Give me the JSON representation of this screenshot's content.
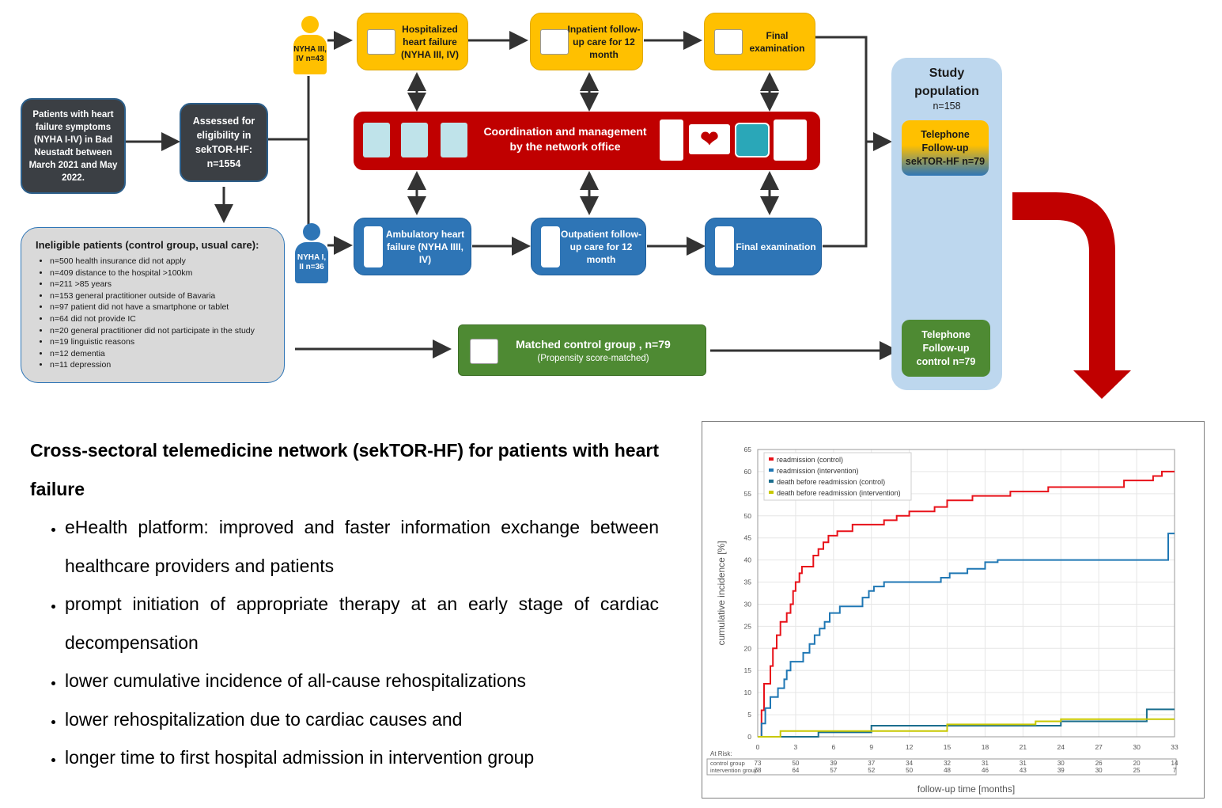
{
  "flowchart": {
    "patients": "Patients with heart failure symptoms (NYHA I-IV) in Bad Neustadt between March 2021 and May 2022.",
    "assessed": "Assessed for eligibility in sekTOR-HF: n=1554",
    "nyha_high": "NYHA III, IV n=43",
    "nyha_low": "NYHA I, II n=36",
    "hosp_hf": "Hospitalized heart failure (NYHA III, IV)",
    "inpatient": "Inpatient follow-up care for 12 month",
    "final_top": "Final examination",
    "coordination_line1": "Coordination and management",
    "coordination_line2": "by the network office",
    "amb_hf": "Ambulatory heart failure (NYHA IIII, IV)",
    "outpatient": "Outpatient follow-up care for 12 month",
    "final_bottom": "Final examination",
    "matched_title": "Matched control group , n=79",
    "matched_sub": "(Propensity score-matched)",
    "study_title": "Study population",
    "study_n": "n=158",
    "tel_sektor": "Telephone Follow-up sekTOR-HF n=79",
    "tel_control": "Telephone Follow-up control n=79",
    "ineligible_title": "Ineligible patients (control group, usual care):",
    "ineligible_items": [
      "n=500 health insurance did not apply",
      "n=409 distance to the hospital >100km",
      "n=211 >85 years",
      "n=153 general practitioner outside of Bavaria",
      "n=97 patient did not have a  smartphone or tablet",
      "n=64 did not provide IC",
      "n=20 general practitioner did not participate in the study",
      "n=19 linguistic reasons",
      "n=12 dementia",
      "n=11 depression"
    ]
  },
  "summary": {
    "title": "Cross-sectoral telemedicine network (sekTOR-HF) for patients with heart failure",
    "bullets": [
      "eHealth platform: improved and faster information exchange between healthcare providers and patients",
      "prompt initiation of appropriate therapy at an early stage of cardiac decompensation",
      "lower cumulative incidence of all-cause rehospitalizations",
      "lower rehospitalization due to cardiac causes and",
      "longer time to first hospital admission in intervention group"
    ]
  },
  "colors": {
    "yellow": "#ffc000",
    "blue": "#2e75b6",
    "green": "#4e8a33",
    "red": "#c00000",
    "dark": "#3b3f44",
    "study_bg": "#bdd7ee"
  },
  "chart_data": {
    "type": "line",
    "step": true,
    "xlabel": "follow-up time [months]",
    "ylabel": "cumulative incidence [%]",
    "xlim": [
      0,
      33
    ],
    "ylim": [
      0,
      65
    ],
    "xticks": [
      0,
      3,
      6,
      9,
      12,
      15,
      18,
      21,
      24,
      27,
      30,
      33
    ],
    "yticks": [
      0,
      5,
      10,
      15,
      20,
      25,
      30,
      35,
      40,
      45,
      50,
      55,
      60,
      65
    ],
    "grid": true,
    "legend_position": "top-left",
    "series": [
      {
        "name": "readmission (control)",
        "color": "#e8121a",
        "points": [
          [
            0,
            0
          ],
          [
            0.3,
            6
          ],
          [
            0.5,
            12
          ],
          [
            1.0,
            16
          ],
          [
            1.2,
            20
          ],
          [
            1.5,
            23
          ],
          [
            1.8,
            26
          ],
          [
            2.3,
            28
          ],
          [
            2.6,
            30
          ],
          [
            2.8,
            33
          ],
          [
            3.0,
            35
          ],
          [
            3.3,
            37
          ],
          [
            3.5,
            38.5
          ],
          [
            4.4,
            41
          ],
          [
            4.8,
            42.5
          ],
          [
            5.2,
            44
          ],
          [
            5.6,
            45.5
          ],
          [
            6.3,
            46.5
          ],
          [
            7.5,
            48
          ],
          [
            10,
            49
          ],
          [
            11,
            50
          ],
          [
            12,
            51
          ],
          [
            14,
            52
          ],
          [
            15,
            53.5
          ],
          [
            17,
            54.5
          ],
          [
            20,
            55.5
          ],
          [
            23,
            56.5
          ],
          [
            29,
            58
          ],
          [
            31.3,
            59
          ],
          [
            32,
            60
          ],
          [
            33,
            60
          ]
        ]
      },
      {
        "name": "readmission (intervention)",
        "color": "#1f77b4",
        "points": [
          [
            0,
            0
          ],
          [
            0.3,
            3
          ],
          [
            0.6,
            6.5
          ],
          [
            1.0,
            9
          ],
          [
            1.6,
            11
          ],
          [
            2.1,
            13
          ],
          [
            2.3,
            15
          ],
          [
            2.6,
            17
          ],
          [
            3.6,
            19
          ],
          [
            4.1,
            21
          ],
          [
            4.5,
            23
          ],
          [
            4.9,
            24.5
          ],
          [
            5.3,
            26
          ],
          [
            5.7,
            28
          ],
          [
            6.5,
            29.5
          ],
          [
            8.3,
            31.5
          ],
          [
            8.8,
            33
          ],
          [
            9.2,
            34
          ],
          [
            10,
            35
          ],
          [
            14.5,
            36
          ],
          [
            15.2,
            37
          ],
          [
            16.6,
            38
          ],
          [
            18,
            39.5
          ],
          [
            19,
            40
          ],
          [
            32.3,
            40
          ],
          [
            32.5,
            46
          ],
          [
            33,
            46
          ]
        ]
      },
      {
        "name": "death before readmission (control)",
        "color": "#1b6e8e",
        "points": [
          [
            0,
            0
          ],
          [
            4.8,
            1
          ],
          [
            9,
            2.5
          ],
          [
            24,
            3.5
          ],
          [
            30.8,
            6.2
          ],
          [
            33,
            6.2
          ]
        ]
      },
      {
        "name": "death before readmission (intervention)",
        "color": "#c8c800",
        "points": [
          [
            0,
            0
          ],
          [
            1.8,
            1.3
          ],
          [
            15,
            2.8
          ],
          [
            22,
            3.5
          ],
          [
            24,
            4
          ],
          [
            33,
            4
          ]
        ]
      }
    ],
    "at_risk": {
      "label": "At Risk:",
      "times": [
        0,
        3,
        6,
        9,
        12,
        15,
        18,
        21,
        24,
        27,
        30,
        33
      ],
      "rows": [
        {
          "name": "control group",
          "values": [
            73,
            50,
            39,
            37,
            34,
            32,
            31,
            31,
            30,
            26,
            20,
            14
          ]
        },
        {
          "name": "intervention group",
          "values": [
            78,
            64,
            57,
            52,
            50,
            48,
            46,
            43,
            39,
            30,
            25,
            7
          ]
        }
      ]
    }
  }
}
